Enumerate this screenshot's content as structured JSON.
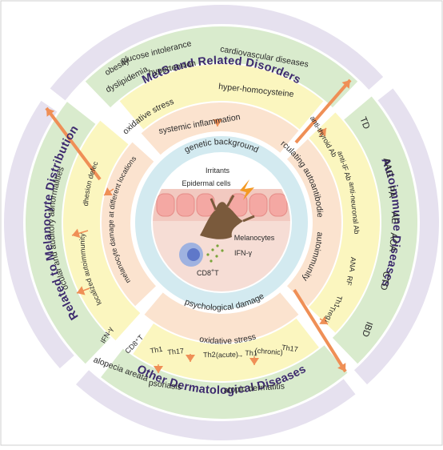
{
  "quadrants": {
    "top": "MetS and Related Disorders",
    "right": "Autoimmune Diseases",
    "bottom": "Other Dermatological Diseases",
    "left": "Related to Melanocyte Distribution"
  },
  "outer_top": {
    "obesity": "obesity",
    "glucose": "glucose intolerance",
    "dyslipidemia": "dyslipidemia",
    "hypertension": "hypertension",
    "cardio": "cardiovascular diseases"
  },
  "middle_top": {
    "oxidative": "oxidative stress",
    "homocysteine": "hyper-homocysteine"
  },
  "inner_top": "systemic inflammation",
  "right_outer": {
    "td": "TD",
    "aag": "AAG",
    "pa": "PA",
    "ae": "AE",
    "aca": "ACA",
    "ctd": "CTD",
    "ibd": "IBD"
  },
  "right_middle": {
    "antithyroid": "anti-thyroid Ab",
    "antiif": "anti-IF Ab",
    "antineuronal": "anti-neuronal Ab",
    "ana": "ANA",
    "rf": "RF",
    "th1": "Th1",
    "treg": "Treg↓"
  },
  "right_inner": {
    "circ": "circulating autoantibodies",
    "autoimmunity": "autoimmunity"
  },
  "bottom_outer": {
    "alopecia": "alopecia areata",
    "psoriasis": "psoriasis",
    "atopic": "atopic dermatitis"
  },
  "bottom_middle": {
    "ifn": "IFN-γ",
    "cd8": "CD8⁺T",
    "th1a": "Th1",
    "th17a": "Th17",
    "th2seq": "Th2",
    "acute": "(acute)",
    "arrow": "→",
    "th1b": "Th1",
    "chronic": "(chronic)",
    "th17b": "Th17"
  },
  "bottom_inner": "oxidative stress",
  "inner_bottom": "psychological damage",
  "left_outer": "ocular and auditory abnormalities",
  "left_middle": {
    "adhesion": "adhesion defect",
    "localized": "localized autoimmunity"
  },
  "left_inner": "melanocyte damage at different locations",
  "core": {
    "genetic": "genetic background",
    "irritants": "Irritants",
    "epidermal": "Epidermal cells",
    "melanocytes": "Melanocytes",
    "ifn": "IFN-γ",
    "cd8": "CD8",
    "cd8_sup": "+",
    "cd8_t": "T"
  },
  "colors": {
    "purple_ring": "#e6e1ef",
    "purple_text": "#3d2a6e",
    "green": "#d9ebcd",
    "yellow": "#fbf6bf",
    "orange_band": "#fbe3cf",
    "arrow": "#ef8f56",
    "core_blue": "#cfe7ee"
  }
}
